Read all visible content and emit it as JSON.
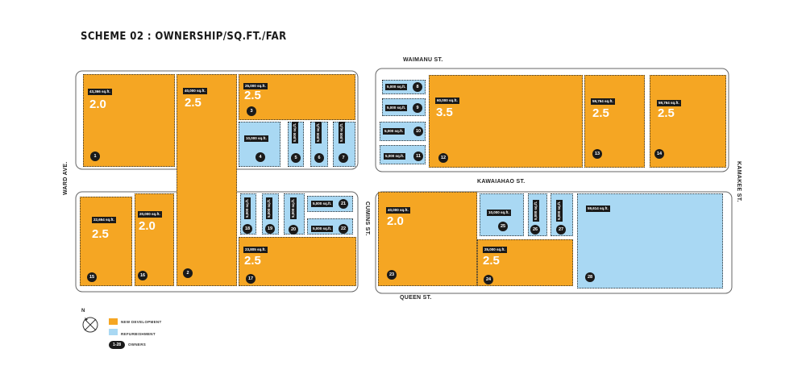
{
  "title": "SCHEME 02 : OWNERSHIP/SQ.FT./FAR",
  "streets": {
    "waimanu": "WAIMANU ST.",
    "kawaiahao": "KAWAIAHAO ST.",
    "queen": "QUEEN ST.",
    "ward": "WARD AVE.",
    "cumins": "CUMINS ST.",
    "kamakee": "KAMAKEE ST."
  },
  "colors": {
    "new_development": "#f5a623",
    "refurbishment": "#a9d8f3"
  },
  "legend": {
    "north": "N",
    "new_development": "NEW DEVELOPMENT",
    "refurbishment": "REFURBISHMENT",
    "owners_range": "1-28",
    "owners": "OWNERS"
  },
  "lots": [
    {
      "owner": "1",
      "type": "new",
      "sqft": "43,366 sq.ft.",
      "far": "2.0"
    },
    {
      "owner": "2",
      "type": "new",
      "sqft": "40,000 sq.ft.",
      "far": "2.5"
    },
    {
      "owner": "3",
      "type": "new",
      "sqft": "25,000 sq.ft.",
      "far": "2.5"
    },
    {
      "owner": "4",
      "type": "ref",
      "sqft": "10,000 sq.ft.",
      "far": ""
    },
    {
      "owner": "5",
      "type": "ref",
      "sqft": "5,000 sq.ft.",
      "far": ""
    },
    {
      "owner": "6",
      "type": "ref",
      "sqft": "5,000 sq.ft.",
      "far": ""
    },
    {
      "owner": "7",
      "type": "ref",
      "sqft": "5,000 sq.ft.",
      "far": ""
    },
    {
      "owner": "8",
      "type": "ref",
      "sqft": "5,000 sq.ft.",
      "far": ""
    },
    {
      "owner": "9",
      "type": "ref",
      "sqft": "5,000 sq.ft.",
      "far": ""
    },
    {
      "owner": "10",
      "type": "ref",
      "sqft": "5,000 sq.ft.",
      "far": ""
    },
    {
      "owner": "11",
      "type": "ref",
      "sqft": "5,000 sq.ft.",
      "far": ""
    },
    {
      "owner": "12",
      "type": "new",
      "sqft": "60,000 sq.ft.",
      "far": "3.5"
    },
    {
      "owner": "13",
      "type": "new",
      "sqft": "59,764 sq.ft.",
      "far": "2.5"
    },
    {
      "owner": "14",
      "type": "new",
      "sqft": "59,764 sq.ft.",
      "far": "2.5"
    },
    {
      "owner": "15",
      "type": "new",
      "sqft": "22,654 sq.ft.",
      "far": "2.5"
    },
    {
      "owner": "16",
      "type": "new",
      "sqft": "20,000 sq.ft.",
      "far": "2.0"
    },
    {
      "owner": "17",
      "type": "new",
      "sqft": "23,805 sq.ft.",
      "far": "2.5"
    },
    {
      "owner": "18",
      "type": "ref",
      "sqft": "5,000 sq.ft.",
      "far": ""
    },
    {
      "owner": "19",
      "type": "ref",
      "sqft": "5,000 sq.ft.",
      "far": ""
    },
    {
      "owner": "20",
      "type": "ref",
      "sqft": "5,000 sq.ft.",
      "far": ""
    },
    {
      "owner": "21",
      "type": "ref",
      "sqft": "5,000 sq.ft.",
      "far": ""
    },
    {
      "owner": "22",
      "type": "ref",
      "sqft": "5,000 sq.ft.",
      "far": ""
    },
    {
      "owner": "23",
      "type": "new",
      "sqft": "40,000 sq.ft.",
      "far": "2.0"
    },
    {
      "owner": "24",
      "type": "new",
      "sqft": "25,000 sq.ft.",
      "far": "2.5"
    },
    {
      "owner": "25",
      "type": "ref",
      "sqft": "10,000 sq.ft.",
      "far": ""
    },
    {
      "owner": "26",
      "type": "ref",
      "sqft": "5,000 sq.ft.",
      "far": ""
    },
    {
      "owner": "27",
      "type": "ref",
      "sqft": "5,000 sq.ft.",
      "far": ""
    },
    {
      "owner": "28",
      "type": "ref",
      "sqft": "59,614 sq.ft.",
      "far": ""
    }
  ]
}
